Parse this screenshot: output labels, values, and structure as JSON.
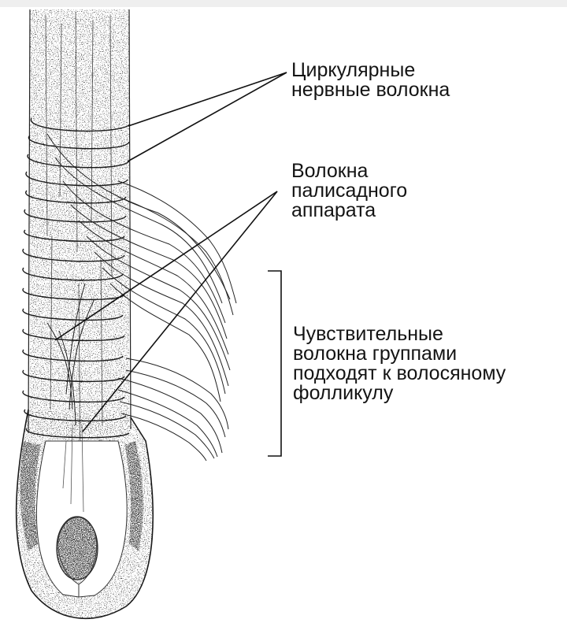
{
  "labels": {
    "circular": {
      "line1": "Циркулярные",
      "line2": "нервные волокна"
    },
    "palisade": {
      "line1": "Волокна",
      "line2": "палисадного",
      "line3": "аппарата"
    },
    "sensory": {
      "line1": "Чувствительные",
      "line2": "волокна группами",
      "line3": "подходят к волосяному",
      "line4": "фолликулу"
    }
  },
  "colors": {
    "ink": "#141414",
    "background": "#ffffff",
    "topbar": "#efefef"
  }
}
